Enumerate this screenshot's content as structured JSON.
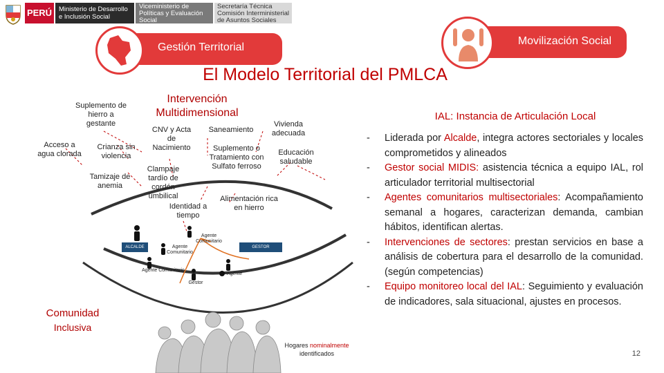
{
  "header": {
    "peru": "PERÚ",
    "ministerio": "Ministerio de Desarrollo e Inclusión Social",
    "viceministerio": "Viceministerio de Políticas y Evaluación Social",
    "secretaria": "Secretaría Técnica Comisión Interministerial de Asuntos Sociales"
  },
  "banners": {
    "gestion": "Gestión Territorial",
    "movilizacion": "Movilización Social"
  },
  "title": "El Modelo Territorial del PMLCA",
  "diagram": {
    "intervencion": "Intervención Multidimensional",
    "items": {
      "suplemento_hierro": "Suplemento de hierro a gestante",
      "acceso_agua": "Acceso a agua clorada",
      "crianza": "Crianza sin violencia",
      "tamizaje": "Tamizaje de anemia",
      "cnv": "CNV y Acta de Nacimiento",
      "saneamiento": "Saneamiento",
      "vivienda": "Vivienda adecuada",
      "suplemento_sulfato": "Suplemento o Tratamiento con Sulfato ferroso",
      "educacion": "Educación saludable",
      "clampaje": "Clampaje tardío de cordón umbilical",
      "alimentacion": "Alimentación rica en hierro",
      "identidad": "Identidad a tiempo"
    },
    "network": {
      "alcalde": "ALCALDE",
      "gestor": "GESTOR",
      "agente_com1": "Agente Comunitario",
      "agente_com2": "Agente Comunitario",
      "agente_com3": "Agente Comunitario",
      "agente": "Agente",
      "gestor_small": "Gestor"
    },
    "comunidad": "Comunidad",
    "inclusiva": "Inclusiva",
    "hogares_pre": "Hogares ",
    "hogares_hl": "nominalmente",
    "hogares_post": "identificados"
  },
  "ial": {
    "title": "IAL: Instancia de Articulación Local",
    "items": [
      {
        "pre": "Liderada por ",
        "hl": "Alcalde",
        "post": ", integra actores sectoriales y locales comprometidos y alineados"
      },
      {
        "pre": "",
        "hl": "Gestor social MIDIS:",
        "post": " asistencia técnica a equipo IAL, rol articulador territorial multisectorial"
      },
      {
        "pre": "",
        "hl": "Agentes comunitarios multisectoriales",
        "post": ": Acompañamiento semanal a hogares, caracterizan demanda, cambian hábitos, identifican alertas."
      },
      {
        "pre": "",
        "hl": "Intervenciones de sectores",
        "post": ": prestan servicios en base a análisis de cobertura para el desarrollo de la comunidad.(según competencias)"
      },
      {
        "pre": "",
        "hl": "Equipo monitoreo local del IAL",
        "post": ": Seguimiento y evaluación de indicadores, sala situacional, ajustes en procesos."
      }
    ]
  },
  "page_number": "12",
  "colors": {
    "accent": "#e23a3a",
    "title": "#c00000",
    "dark": "#2b2b2b"
  }
}
